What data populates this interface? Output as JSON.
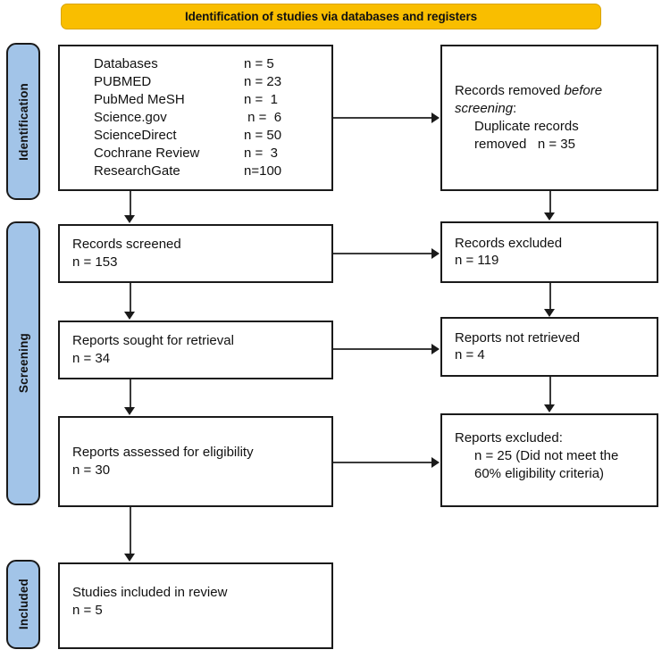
{
  "banner": {
    "title": "Identification of studies via databases and registers",
    "color": "#F9BE00"
  },
  "stages": {
    "identification": "Identification",
    "screening": "Screening",
    "included": "Included",
    "color": "#A2C4E8"
  },
  "identification": {
    "sources": [
      {
        "name": "Databases",
        "count": "n = 5"
      },
      {
        "name": "PUBMED",
        "count": "n = 23"
      },
      {
        "name": "PubMed MeSH",
        "count": "n =  1"
      },
      {
        "name": "Science.gov",
        "count": " n =  6"
      },
      {
        "name": "ScienceDirect",
        "count": "n = 50"
      },
      {
        "name": "Cochrane Review",
        "count": "n =  3"
      },
      {
        "name": "ResearchGate",
        "count": "n=100"
      }
    ],
    "removed": {
      "line1_prefix": "Records removed ",
      "line1_italic": "before",
      "line2_italic": "screening",
      "line2_suffix": ":",
      "line3": "Duplicate records",
      "line4": "removed   n = 35"
    }
  },
  "screening": {
    "records_screened": {
      "label": "Records screened",
      "count": "n = 153"
    },
    "records_excluded": {
      "label": "Records excluded",
      "count": "n = 119"
    },
    "reports_sought": {
      "label": "Reports sought for retrieval",
      "count": "n = 34"
    },
    "reports_not_retrieved": {
      "label": "Reports not retrieved",
      "count": "n = 4"
    },
    "reports_assessed": {
      "label": "Reports assessed for eligibility",
      "count": "n = 30"
    },
    "reports_excluded": {
      "label": "Reports excluded:",
      "line2": "n = 25 (Did not meet the",
      "line3": "60% eligibility criteria)"
    }
  },
  "included": {
    "studies_included": {
      "label": "Studies included in review",
      "count": "n = 5"
    }
  }
}
